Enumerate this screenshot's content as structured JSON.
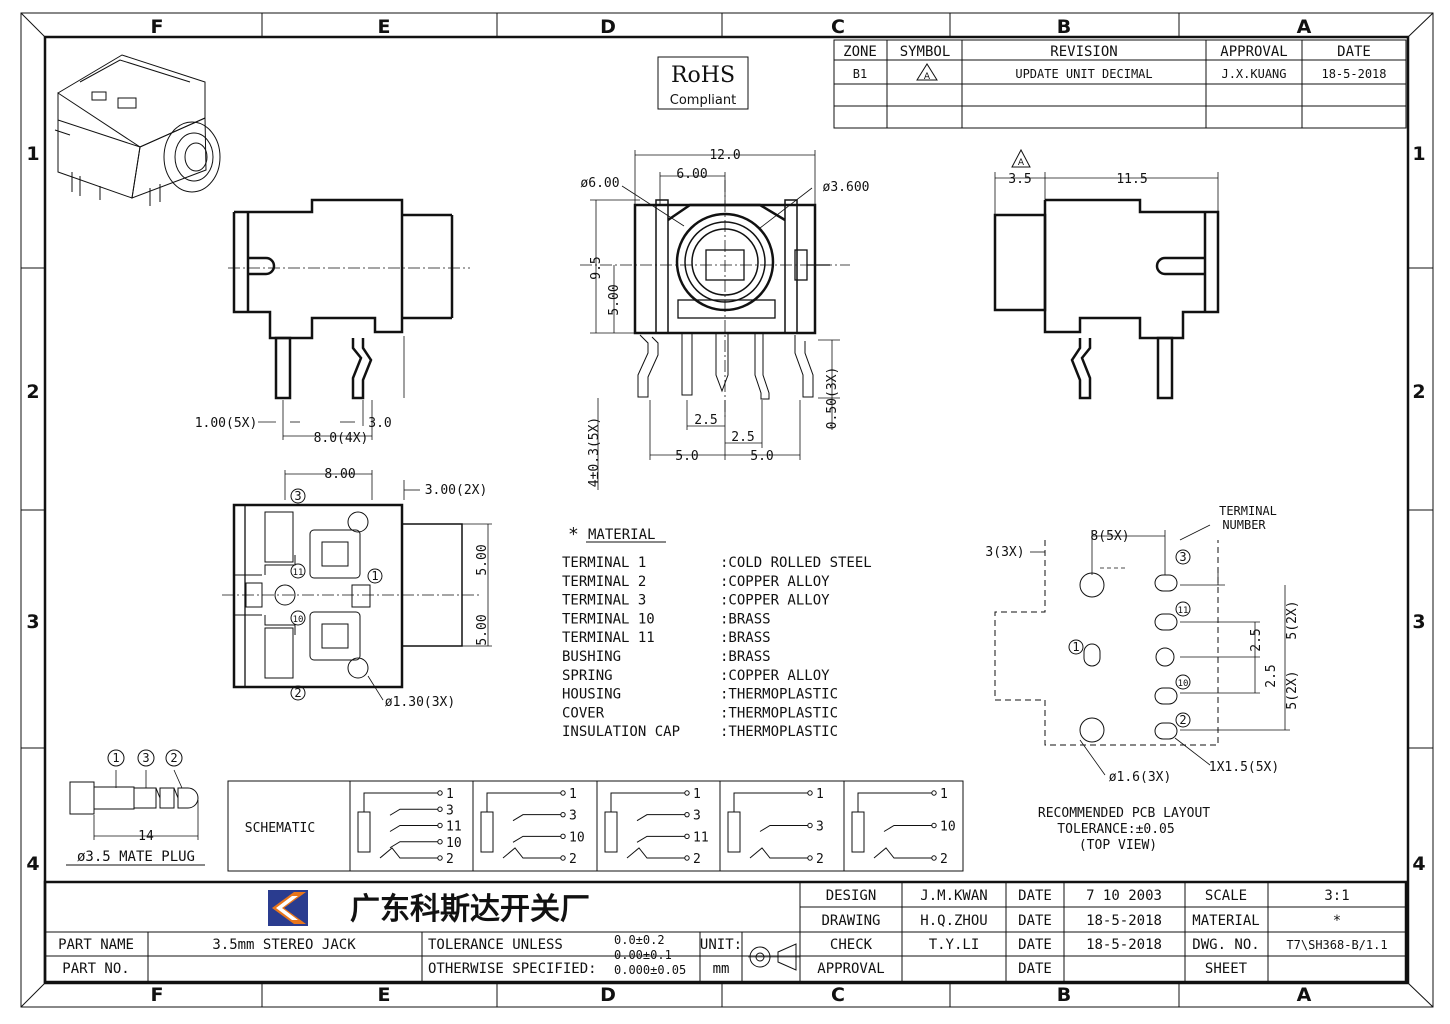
{
  "zones": {
    "columns": [
      "F",
      "E",
      "D",
      "C",
      "B",
      "A"
    ],
    "rows": [
      "1",
      "2",
      "3",
      "4"
    ]
  },
  "rohs": {
    "line1": "RoHS",
    "line2": "Compliant"
  },
  "revision_table": {
    "headers": [
      "ZONE",
      "SYMBOL",
      "REVISION",
      "APPROVAL",
      "DATE"
    ],
    "rows": [
      {
        "zone": "B1",
        "symbol": "A",
        "revision": "UPDATE UNIT DECIMAL",
        "approval": "J.X.KUANG",
        "date": "18-5-2018"
      }
    ]
  },
  "front_view": {
    "d_12": "12.0",
    "d_6": "6.00",
    "d_dia6": "ø6.00",
    "d_dia36": "ø3.600",
    "d_95": "9.5",
    "d_500": "5.00",
    "d_25a": "2.5",
    "d_25b": "2.5",
    "d_50a": "5.0",
    "d_50b": "5.0",
    "d_050": "0.50(3X)",
    "d_4": "4±0.3(5X)"
  },
  "left_view": {
    "d_100": "1.00(5X)",
    "d_30": "3.0",
    "d_80": "8.0(4X)"
  },
  "right_view": {
    "d_35": "3.5",
    "d_115": "11.5",
    "rev_symbol": "A"
  },
  "bottom_view": {
    "d_800": "8.00",
    "d_300": "3.00(2X)",
    "d_500a": "5.00",
    "d_500b": "5.00",
    "d_130": "ø1.30(3X)",
    "t3": "3",
    "t11": "11",
    "t1": "1",
    "t10": "10",
    "t2": "2"
  },
  "materials": {
    "title": "MATERIAL",
    "rows": [
      {
        "part": "TERMINAL 1",
        "material": ":COLD ROLLED STEEL"
      },
      {
        "part": "TERMINAL 2",
        "material": ":COPPER ALLOY"
      },
      {
        "part": "TERMINAL 3",
        "material": ":COPPER ALLOY"
      },
      {
        "part": "TERMINAL 10",
        "material": ":BRASS"
      },
      {
        "part": "TERMINAL 11",
        "material": ":BRASS"
      },
      {
        "part": "BUSHING",
        "material": ":BRASS"
      },
      {
        "part": "SPRING",
        "material": ":COPPER ALLOY"
      },
      {
        "part": "HOUSING",
        "material": ":THERMOPLASTIC"
      },
      {
        "part": "COVER",
        "material": ":THERMOPLASTIC"
      },
      {
        "part": "INSULATION CAP",
        "material": ":THERMOPLASTIC"
      }
    ]
  },
  "pcb_layout": {
    "terminal_label_1": "TERMINAL",
    "terminal_label_2": "NUMBER",
    "d_8x5": "8(5X)",
    "d_3x3": "3(3X)",
    "d_25a": "2.5",
    "d_25b": "2.5",
    "d_5a": "5(2X)",
    "d_5b": "5(2X)",
    "d_hole": "ø1.6(3X)",
    "d_slot": "1X1.5(5X)",
    "t3": "3",
    "t11": "11",
    "t1": "1",
    "t10": "10",
    "t2": "2",
    "caption_1": "RECOMMENDED PCB LAYOUT",
    "caption_2": "TOLERANCE:±0.05",
    "caption_3": "(TOP VIEW)"
  },
  "plug": {
    "n1": "1",
    "n3": "3",
    "n2": "2",
    "d_14": "14",
    "caption": "ø3.5 MATE PLUG"
  },
  "schematic": {
    "label": "SCHEMATIC",
    "s1": [
      "1",
      "3",
      "11",
      "10",
      "2"
    ],
    "s2": [
      "1",
      "3",
      "10",
      "2"
    ],
    "s3": [
      "1",
      "3",
      "11",
      "2"
    ],
    "s4": [
      "1",
      "3",
      "2"
    ],
    "s5": [
      "1",
      "10",
      "2"
    ]
  },
  "title_block": {
    "company": "广东科斯达开关厂",
    "part_name_label": "PART NAME",
    "part_name": "3.5mm STEREO JACK",
    "part_no_label": "PART NO.",
    "part_no": "",
    "tol_label_1": "TOLERANCE UNLESS",
    "tol_label_2": "OTHERWISE SPECIFIED:",
    "tol_1": "0.0±0.2",
    "tol_2": "0.00±0.1",
    "tol_3": "0.000±0.05",
    "unit_label": "UNIT:",
    "unit": "mm",
    "design_label": "DESIGN",
    "design": "J.M.KWAN",
    "design_date_label": "DATE",
    "design_date": "7 10 2003",
    "drawing_label": "DRAWING",
    "drawing": "H.Q.ZHOU",
    "drawing_date_label": "DATE",
    "drawing_date": "18-5-2018",
    "check_label": "CHECK",
    "check": "T.Y.LI",
    "check_date_label": "DATE",
    "check_date": "18-5-2018",
    "approval_label": "APPROVAL",
    "approval": "",
    "approval_date_label": "DATE",
    "approval_date": "",
    "scale_label": "SCALE",
    "scale": "3:1",
    "material_label": "MATERIAL",
    "material": "*",
    "dwg_label": "DWG. NO.",
    "dwg": "T7\\SH368-B/1.1",
    "sheet_label": "SHEET",
    "sheet": ""
  }
}
